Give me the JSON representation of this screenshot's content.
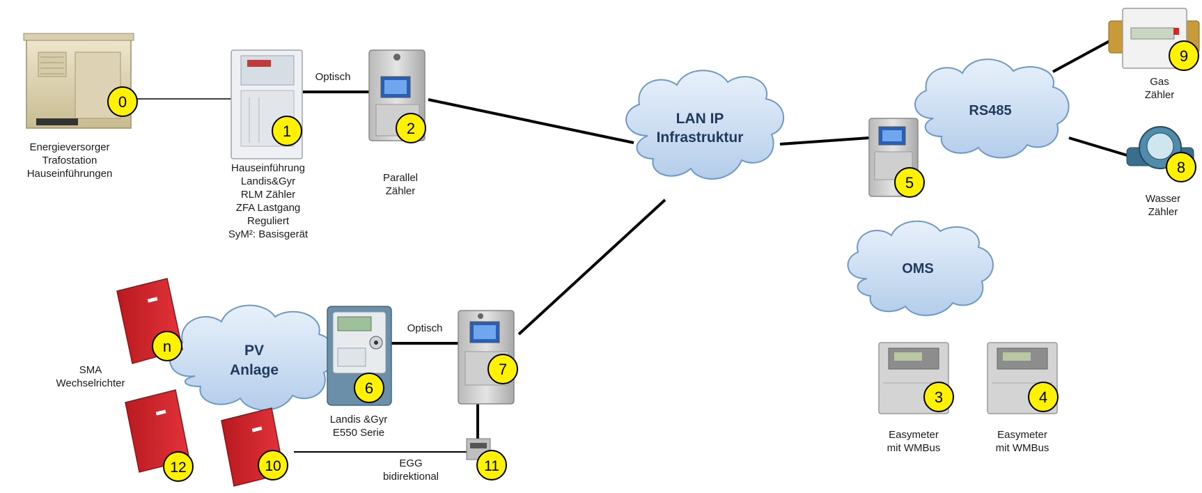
{
  "nodes": {
    "n0": {
      "badge": "0",
      "lines": [
        "Energieversorger",
        "Trafostation",
        "Hauseinführungen"
      ]
    },
    "n1": {
      "badge": "1",
      "lines": [
        "Hauseinführung",
        "Landis&Gyr",
        "RLM Zähler",
        "ZFA Lastgang",
        "Reguliert",
        "SyM²: Basisgerät"
      ]
    },
    "n2": {
      "badge": "2",
      "lines": [
        "Parallel",
        "Zähler"
      ]
    },
    "n3": {
      "badge": "3",
      "lines": [
        "Easymeter",
        "mit WMBus"
      ]
    },
    "n4": {
      "badge": "4",
      "lines": [
        "Easymeter",
        "mit WMBus"
      ]
    },
    "n5": {
      "badge": "5",
      "lines": []
    },
    "n6": {
      "badge": "6",
      "lines": [
        "Landis &Gyr",
        "E550 Serie"
      ]
    },
    "n7": {
      "badge": "7",
      "lines": []
    },
    "n8": {
      "badge": "8",
      "lines": [
        "Wasser",
        "Zähler"
      ]
    },
    "n9": {
      "badge": "9",
      "lines": [
        "Gas",
        "Zähler"
      ]
    },
    "n10": {
      "badge": "10",
      "lines": []
    },
    "n11": {
      "badge": "11",
      "lines": [
        "EGG",
        "bidirektional"
      ]
    },
    "n12": {
      "badge": "12",
      "lines": []
    },
    "nn": {
      "badge": "n",
      "lines": [
        "SMA",
        "Wechselrichter"
      ]
    }
  },
  "clouds": {
    "lan": {
      "lines": [
        "LAN IP",
        "Infrastruktur"
      ]
    },
    "rs485": {
      "lines": [
        "RS485"
      ]
    },
    "oms": {
      "lines": [
        "OMS"
      ]
    },
    "pv": {
      "lines": [
        "PV",
        "Anlage"
      ]
    }
  },
  "links": {
    "optisch_top": "Optisch",
    "optisch_bottom": "Optisch"
  },
  "colors": {
    "badge_fill": "#fff200",
    "badge_stroke": "#000000",
    "cloud_fill": "#c7dcf3",
    "cloud_stroke": "#6d98c8",
    "line": "#000000",
    "sma_red": "#d8232a"
  }
}
